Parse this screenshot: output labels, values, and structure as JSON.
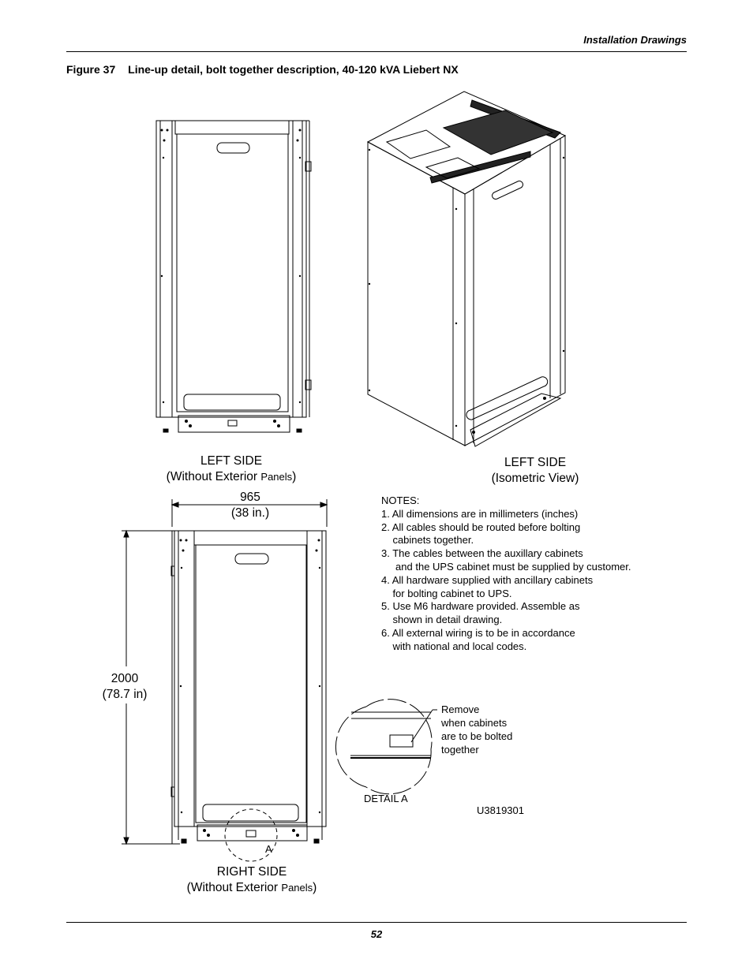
{
  "header": {
    "section": "Installation Drawings"
  },
  "figure": {
    "number": "Figure 37",
    "title": "Line-up detail, bolt together description, 40-120 kVA Liebert NX"
  },
  "left_side": {
    "line1": "LEFT SIDE",
    "line2a": "(Without Exterior ",
    "line2b": "Panels",
    "line2c": ")"
  },
  "isometric": {
    "line1": "LEFT SIDE",
    "line2": "(Isometric View)"
  },
  "right_side": {
    "line1": "RIGHT SIDE",
    "line2a": "(Without Exterior ",
    "line2b": "Panels",
    "line2c": ")"
  },
  "dimensions": {
    "width_mm": "965",
    "width_in": "(38 in.)",
    "height_mm": "2000",
    "height_in": "(78.7 in)"
  },
  "notes": {
    "heading": "NOTES:",
    "lines": [
      "1. All dimensions are in millimeters (inches)",
      "2. All cables should be routed before bolting",
      "    cabinets together.",
      "3. The cables between the auxillary cabinets",
      "     and the UPS cabinet must be supplied by customer.",
      "4. All hardware supplied with ancillary cabinets",
      "    for bolting cabinet to UPS.",
      "5. Use M6 hardware provided. Assemble as",
      "    shown in detail drawing.",
      "6. All external wiring is to be in accordance",
      "    with national and local codes."
    ]
  },
  "detail": {
    "marker": "A",
    "label": "DETAIL A",
    "callout": [
      "Remove",
      "when cabinets",
      "are to be bolted",
      "together"
    ],
    "drawing_id": "U3819301"
  },
  "footer": {
    "page": "52"
  }
}
